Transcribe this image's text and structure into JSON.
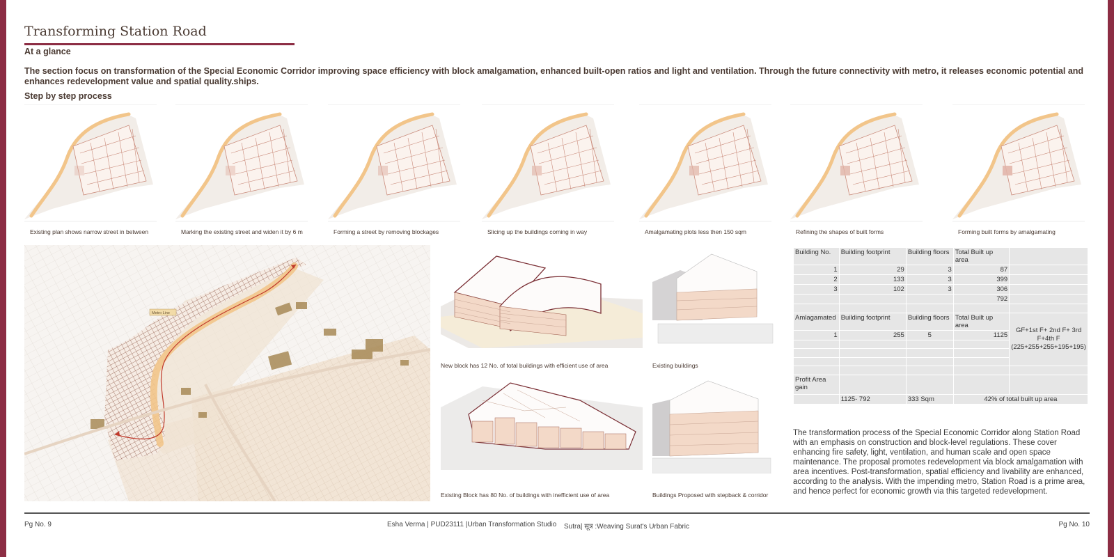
{
  "header": {
    "title": "Transforming Station Road",
    "subtitle": "At a glance",
    "intro": "The section focus on transformation of the Special Economic Corridor improving space efficiency with block amalgamation, enhanced built-open ratios and light and ventilation. Through the future connectivity with metro, it releases economic potential and enhances redevelopment value and spatial quality.ships.",
    "steps_heading": "Step by step process"
  },
  "steps": [
    {
      "caption": "Existing plan shows narrow street in between"
    },
    {
      "caption": "Marking the existing street and widen it by 6 m"
    },
    {
      "caption": "Forming a street by removing blockages"
    },
    {
      "caption": "Slicing up the buildings coming in way"
    },
    {
      "caption": "Amalgamating plots less then 150 sqm"
    },
    {
      "caption": "Refining the shapes of built forms"
    },
    {
      "caption": "Forming built forms by amalgamating"
    }
  ],
  "map": {
    "metro_label": "Metro Line"
  },
  "isometrics": {
    "new_block": "New block has 12 No. of total buildings with efficient use of area",
    "existing_buildings": "Existing buildings",
    "existing_block": "Existing Block has 80 No. of buildings with inefficient use of area",
    "proposed_buildings": "Buildings Proposed with stepback & corridor"
  },
  "table": {
    "h1": [
      "Building No.",
      "Building footprint",
      "Building floors",
      "Total Built up area"
    ],
    "rows1": [
      [
        "1",
        "29",
        "3",
        "87"
      ],
      [
        "2",
        "133",
        "3",
        "399"
      ],
      [
        "3",
        "102",
        "3",
        "306"
      ]
    ],
    "total1": "792",
    "h2": [
      "Amlagamated",
      "Building footprint",
      "Building floors",
      "Total Built up area"
    ],
    "row2": [
      "1",
      "255",
      "5",
      "1125"
    ],
    "note": "GF+1st F+ 2nd F+ 3rd F+4th F (225+255+255+195+195)",
    "profit_label": "Profit Area gain",
    "profit_calc": "1125- 792",
    "profit_value": "333 Sqm",
    "profit_pct": "42% of total built up area"
  },
  "description": "The transformation process of the Special Economic Corridor along Station Road with an emphasis on construction and block-level regulations. These cover enhancing fire safety, light, ventilation, and human scale and open space maintenance. The proposal promotes redevelopment via block amalgamation with area incentives. Post-transformation, spatial efficiency and livability are enhanced, according to the analysis. With the impending metro, Station Road is a prime area, and hence perfect for economic growth via this targeted redevelopment.",
  "footer": {
    "left": "Pg No. 9",
    "center_a": "Esha Verma | PUD23111 |Urban Transformation Studio",
    "center_b": "Sutra| सूत्र :Weaving Surat's Urban Fabric",
    "right": "Pg No. 10"
  },
  "colors": {
    "accent": "#8c2d44",
    "street": "#f2c58a",
    "built": "#c98a7a",
    "block_fill": "#f3d9c8"
  }
}
